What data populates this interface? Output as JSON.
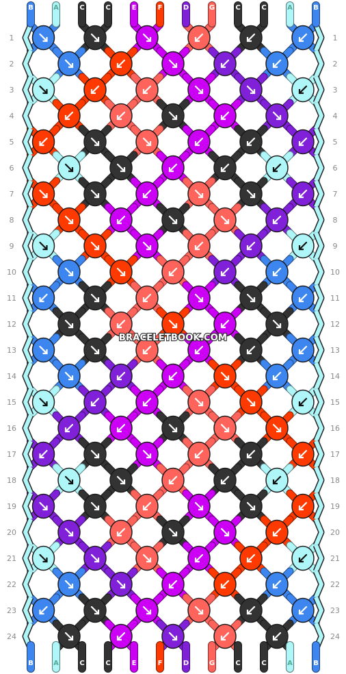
{
  "watermark": "BRACELETBOOK.COM",
  "strings_top": [
    "B",
    "A",
    "C",
    "C",
    "E",
    "F",
    "D",
    "G",
    "C",
    "C",
    "A",
    "B"
  ],
  "strings_bottom": [
    "B",
    "A",
    "C",
    "C",
    "E",
    "F",
    "D",
    "G",
    "C",
    "C",
    "A",
    "B"
  ],
  "row_labels": [
    "1",
    "2",
    "3",
    "4",
    "5",
    "6",
    "7",
    "8",
    "9",
    "10",
    "11",
    "12",
    "13",
    "14",
    "15",
    "16",
    "17",
    "18",
    "19",
    "20",
    "21",
    "22",
    "23",
    "24"
  ],
  "colors": {
    "A": "#aef6f8",
    "B": "#3e86ef",
    "C": "#333333",
    "D": "#8020d8",
    "E": "#cc00f4",
    "F": "#ff3a00",
    "G": "#ff645c"
  },
  "letter_colors": {
    "A": "#5a9",
    "B": "#fff",
    "C": "#fff",
    "D": "#fff",
    "E": "#fff",
    "F": "#fff",
    "G": "#fff"
  },
  "knots": [
    [
      [
        "B",
        "R"
      ],
      [
        "C",
        "R"
      ],
      [
        "E",
        "R"
      ],
      [
        "G",
        "L"
      ],
      [
        "C",
        "L"
      ],
      [
        "B",
        "L"
      ]
    ],
    [
      [
        "B",
        "R"
      ],
      [
        "F",
        "L"
      ],
      [
        "E",
        "R"
      ],
      [
        "D",
        "L"
      ],
      [
        "B",
        "L"
      ]
    ],
    [
      [
        "A",
        "R"
      ],
      [
        "F",
        "L"
      ],
      [
        "G",
        "L"
      ],
      [
        "E",
        "R"
      ],
      [
        "D",
        "R"
      ],
      [
        "A",
        "L"
      ]
    ],
    [
      [
        "F",
        "L"
      ],
      [
        "G",
        "L"
      ],
      [
        "C",
        "R"
      ],
      [
        "E",
        "L"
      ],
      [
        "D",
        "R"
      ]
    ],
    [
      [
        "F",
        "L"
      ],
      [
        "C",
        "R"
      ],
      [
        "G",
        "R"
      ],
      [
        "E",
        "L"
      ],
      [
        "C",
        "L"
      ],
      [
        "D",
        "L"
      ]
    ],
    [
      [
        "A",
        "R"
      ],
      [
        "C",
        "R"
      ],
      [
        "E",
        "L"
      ],
      [
        "C",
        "L"
      ],
      [
        "A",
        "L"
      ]
    ],
    [
      [
        "F",
        "R"
      ],
      [
        "C",
        "R"
      ],
      [
        "E",
        "L"
      ],
      [
        "G",
        "R"
      ],
      [
        "C",
        "R"
      ],
      [
        "D",
        "L"
      ]
    ],
    [
      [
        "F",
        "R"
      ],
      [
        "E",
        "L"
      ],
      [
        "C",
        "R"
      ],
      [
        "G",
        "R"
      ],
      [
        "D",
        "L"
      ]
    ],
    [
      [
        "A",
        "R"
      ],
      [
        "F",
        "R"
      ],
      [
        "E",
        "R"
      ],
      [
        "G",
        "L"
      ],
      [
        "D",
        "L"
      ],
      [
        "A",
        "L"
      ]
    ],
    [
      [
        "B",
        "R"
      ],
      [
        "F",
        "R"
      ],
      [
        "G",
        "L"
      ],
      [
        "D",
        "L"
      ],
      [
        "B",
        "L"
      ]
    ],
    [
      [
        "B",
        "L"
      ],
      [
        "C",
        "R"
      ],
      [
        "G",
        "L"
      ],
      [
        "E",
        "R"
      ],
      [
        "C",
        "R"
      ],
      [
        "B",
        "L"
      ]
    ],
    [
      [
        "C",
        "R"
      ],
      [
        "G",
        "L"
      ],
      [
        "F",
        "R"
      ],
      [
        "E",
        "L"
      ],
      [
        "C",
        "R"
      ]
    ],
    [
      [
        "B",
        "R"
      ],
      [
        "C",
        "R"
      ],
      [
        "G",
        "L"
      ],
      [
        "E",
        "L"
      ],
      [
        "C",
        "L"
      ],
      [
        "B",
        "L"
      ]
    ],
    [
      [
        "B",
        "R"
      ],
      [
        "D",
        "L"
      ],
      [
        "E",
        "L"
      ],
      [
        "F",
        "R"
      ],
      [
        "B",
        "L"
      ]
    ],
    [
      [
        "A",
        "R"
      ],
      [
        "D",
        "L"
      ],
      [
        "E",
        "L"
      ],
      [
        "G",
        "R"
      ],
      [
        "F",
        "R"
      ],
      [
        "A",
        "L"
      ]
    ],
    [
      [
        "D",
        "L"
      ],
      [
        "E",
        "L"
      ],
      [
        "C",
        "R"
      ],
      [
        "G",
        "R"
      ],
      [
        "F",
        "R"
      ]
    ],
    [
      [
        "D",
        "L"
      ],
      [
        "C",
        "R"
      ],
      [
        "E",
        "R"
      ],
      [
        "G",
        "L"
      ],
      [
        "C",
        "L"
      ],
      [
        "F",
        "L"
      ]
    ],
    [
      [
        "A",
        "R"
      ],
      [
        "C",
        "R"
      ],
      [
        "G",
        "L"
      ],
      [
        "C",
        "L"
      ],
      [
        "A",
        "L"
      ]
    ],
    [
      [
        "D",
        "R"
      ],
      [
        "C",
        "R"
      ],
      [
        "G",
        "L"
      ],
      [
        "E",
        "R"
      ],
      [
        "C",
        "R"
      ],
      [
        "F",
        "L"
      ]
    ],
    [
      [
        "D",
        "R"
      ],
      [
        "G",
        "L"
      ],
      [
        "C",
        "R"
      ],
      [
        "E",
        "R"
      ],
      [
        "F",
        "L"
      ]
    ],
    [
      [
        "A",
        "R"
      ],
      [
        "D",
        "R"
      ],
      [
        "G",
        "R"
      ],
      [
        "E",
        "L"
      ],
      [
        "F",
        "L"
      ],
      [
        "A",
        "L"
      ]
    ],
    [
      [
        "B",
        "R"
      ],
      [
        "D",
        "R"
      ],
      [
        "E",
        "L"
      ],
      [
        "F",
        "L"
      ],
      [
        "B",
        "L"
      ]
    ],
    [
      [
        "B",
        "L"
      ],
      [
        "C",
        "R"
      ],
      [
        "E",
        "R"
      ],
      [
        "G",
        "R"
      ],
      [
        "C",
        "L"
      ],
      [
        "B",
        "L"
      ]
    ],
    [
      [
        "C",
        "R"
      ],
      [
        "E",
        "L"
      ],
      [
        "D",
        "R"
      ],
      [
        "G",
        "L"
      ],
      [
        "C",
        "L"
      ]
    ]
  ]
}
